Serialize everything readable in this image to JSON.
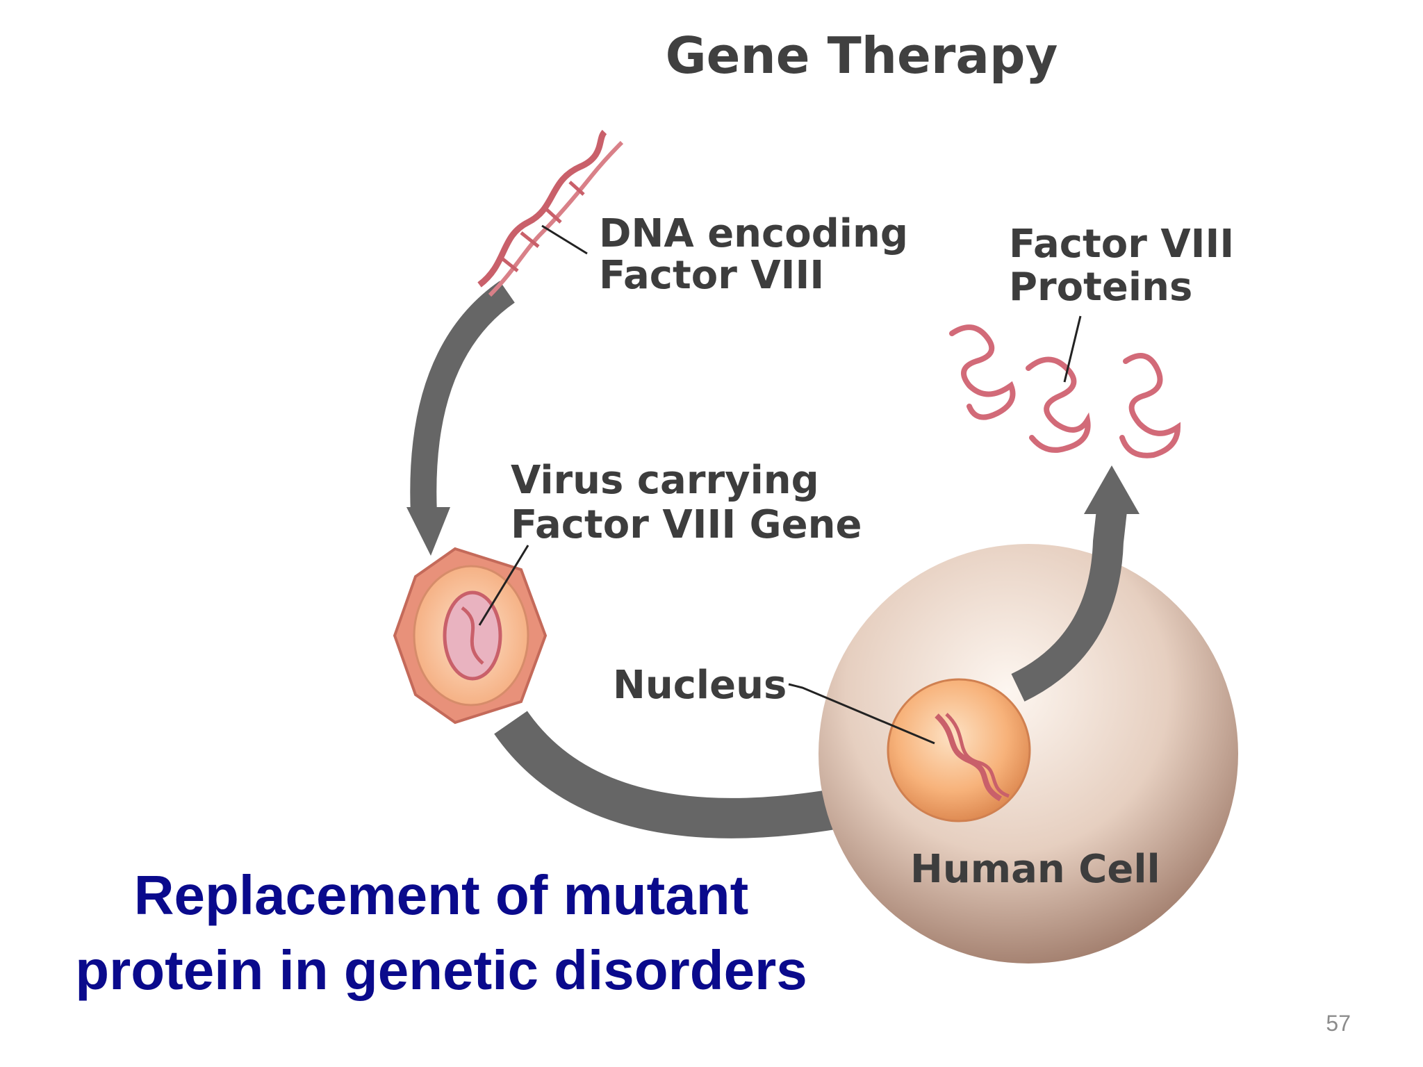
{
  "diagram": {
    "title": "Gene Therapy",
    "dna_label": [
      "DNA encoding",
      "Factor VIII"
    ],
    "proteins_label": [
      "Factor VIII",
      "Proteins"
    ],
    "virus_label": [
      "Virus carrying",
      "Factor VIII Gene"
    ],
    "nucleus_label": "Nucleus",
    "cell_label": "Human Cell",
    "colors": {
      "arrow": "#666666",
      "dna": "#c9606a",
      "virus_outer": "#e8917a",
      "cell": "#c9aa97",
      "nucleus": "#f0a060"
    }
  },
  "caption": {
    "line1": "Replacement of mutant",
    "line2": "protein in genetic disorders"
  },
  "page_number": "57"
}
